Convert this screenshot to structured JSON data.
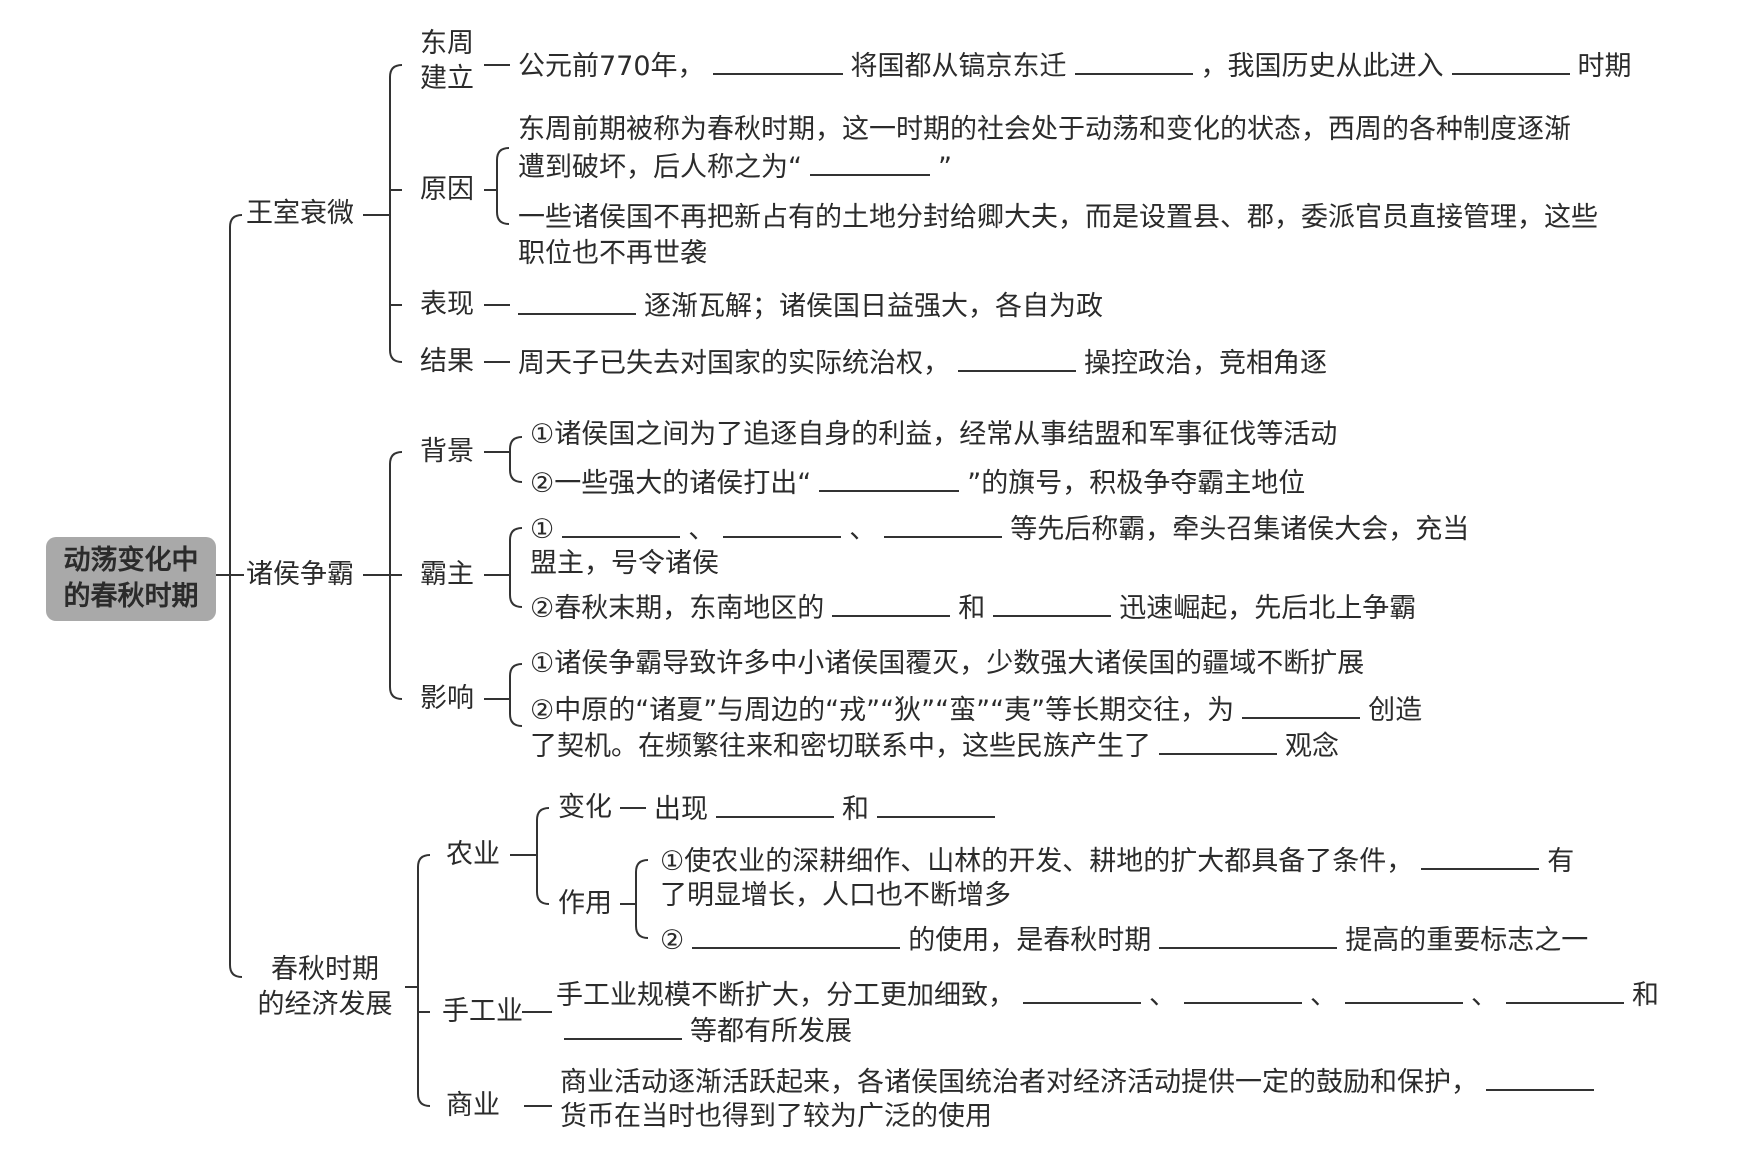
{
  "root": [
    "动荡变化中",
    "的春秋时期"
  ],
  "b1": {
    "title": "王室衰微",
    "dongzhou": {
      "label": [
        "东周",
        "建立"
      ],
      "t1": "公元前770年，",
      "t2": "将国都从镐京东迁",
      "t3": "，我国历史从此进入",
      "t4": "时期"
    },
    "yuanyin": {
      "label": "原因",
      "p1a": "东周前期被称为春秋时期，这一时期的社会处于动荡和变化的状态，西周的各种制度逐渐",
      "p1b": "遭到破坏，后人称之为“",
      "p1c": "”",
      "p2a": "一些诸侯国不再把新占有的土地分封给卿大夫，而是设置县、郡，委派官员直接管理，这些",
      "p2b": "职位也不再世袭"
    },
    "biaoxian": {
      "label": "表现",
      "t": "逐渐瓦解；诸侯国日益强大，各自为政"
    },
    "jieguo": {
      "label": "结果",
      "t1": "周天子已失去对国家的实际统治权，",
      "t2": "操控政治，竞相角逐"
    }
  },
  "b2": {
    "title": "诸侯争霸",
    "beijing": {
      "label": "背景",
      "l1": "①诸侯国之间为了追逐自身的利益，经常从事结盟和军事征伐等活动",
      "l2a": "②一些强大的诸侯打出“",
      "l2b": "”的旗号，积极争夺霸主地位"
    },
    "bazhu": {
      "label": "霸主",
      "l1a": "①",
      "sep": "、",
      "l1b": "等先后称霸，牵头召集诸侯大会，充当",
      "l1c": "盟主，号令诸侯",
      "l2a": "②春秋末期，东南地区的",
      "l2b": "和",
      "l2c": "迅速崛起，先后北上争霸"
    },
    "yingxiang": {
      "label": "影响",
      "l1": "①诸侯争霸导致许多中小诸侯国覆灭，少数强大诸侯国的疆域不断扩展",
      "l2a": "②中原的“诸夏”与周边的“戎”“狄”“蛮”“夷”等长期交往，为",
      "l2b": "创造",
      "l2c": "了契机。在频繁往来和密切联系中，这些民族产生了",
      "l2d": "观念"
    }
  },
  "b3": {
    "title": [
      "春秋时期",
      "的经济发展"
    ],
    "nongye": {
      "label": "农业",
      "bianhua": {
        "label": "变化",
        "t1": "出现",
        "t2": "和"
      },
      "zuoyong": {
        "label": "作用",
        "l1a": "①使农业的深耕细作、山林的开发、耕地的扩大都具备了条件，",
        "l1b": "有",
        "l1c": "了明显增长，人口也不断增多",
        "l2a": "②",
        "l2b": "的使用，是春秋时期",
        "l2c": "提高的重要标志之一"
      }
    },
    "shougongye": {
      "label": "手工业",
      "t1": "手工业规模不断扩大，分工更加细致，",
      "sep": "、",
      "and": "和",
      "t2": "等都有所发展"
    },
    "shangye": {
      "label": "商业",
      "t1": "商业活动逐渐活跃起来，各诸侯国统治者对经济活动提供一定的鼓励和保护，",
      "t2": "货币在当时也得到了较为广泛的使用"
    }
  }
}
